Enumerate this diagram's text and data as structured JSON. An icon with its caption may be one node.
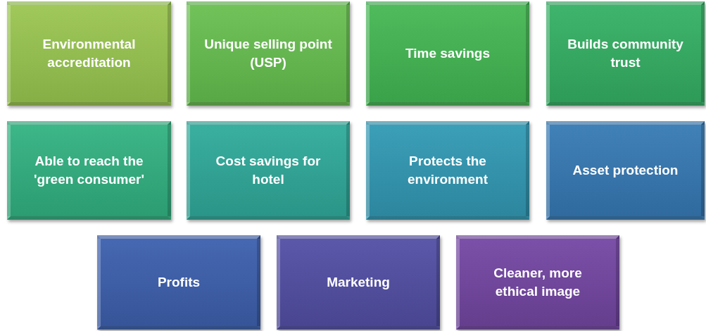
{
  "diagram": {
    "nodes": [
      {
        "text": [
          "Environmental accreditation"
        ]
      },
      {
        "text": [
          "Unique selling point (USP)"
        ]
      },
      {
        "text": [
          "Time savings"
        ]
      },
      {
        "text": [
          "Builds community trust"
        ]
      },
      {
        "text": [
          "Able to reach the 'green consumer'"
        ]
      },
      {
        "text": [
          "Cost savings for hotel"
        ]
      },
      {
        "text": [
          "Protects the environment"
        ]
      },
      {
        "text": [
          "Asset protection"
        ]
      },
      {
        "text": [
          "Profits"
        ]
      },
      {
        "text": [
          "Marketing"
        ]
      },
      {
        "text": [
          "Cleaner, more ethical image"
        ]
      }
    ]
  }
}
